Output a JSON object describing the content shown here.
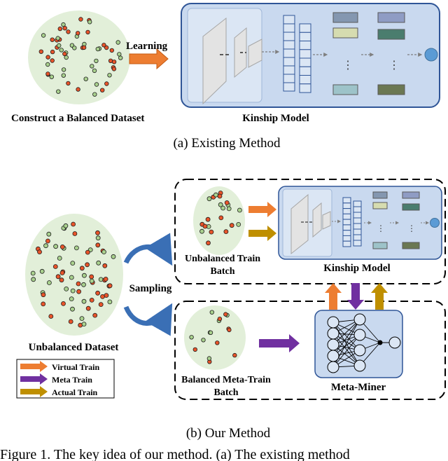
{
  "part_a": {
    "arrow_label": "Learning",
    "dataset_label": "Construct a Balanced Dataset",
    "model_label": "Kinship Model",
    "caption": "(a)  Existing Method"
  },
  "part_b": {
    "dataset_label": "Unbalanced Dataset",
    "sampling_label": "Sampling",
    "train_batch_label_1": "Unbalanced Train",
    "train_batch_label_2": "Batch",
    "meta_batch_label_1": "Balanced Meta-Train",
    "meta_batch_label_2": "Batch",
    "model_label": "Kinship Model",
    "miner_label": "Meta-Miner",
    "legend": [
      {
        "label": "Virtual Train",
        "color": "#ed7d31"
      },
      {
        "label": "Meta Train",
        "color": "#7030a0"
      },
      {
        "label": "Actual Train",
        "color": "#bf8f00"
      }
    ],
    "caption": "(b)  Our Method"
  },
  "figure_caption": "Figure 1. The key idea of our method. (a) The existing method",
  "colors": {
    "cluster_fill": "#e2efd9",
    "dot_red": "#e8542a",
    "dot_green": "#a9d18e",
    "model_fill": "#c9d9ef",
    "model_border": "#2f5597",
    "virtual": "#ed7d31",
    "meta": "#7030a0",
    "actual": "#bf8f00",
    "output_node": "#5b9bd5"
  }
}
